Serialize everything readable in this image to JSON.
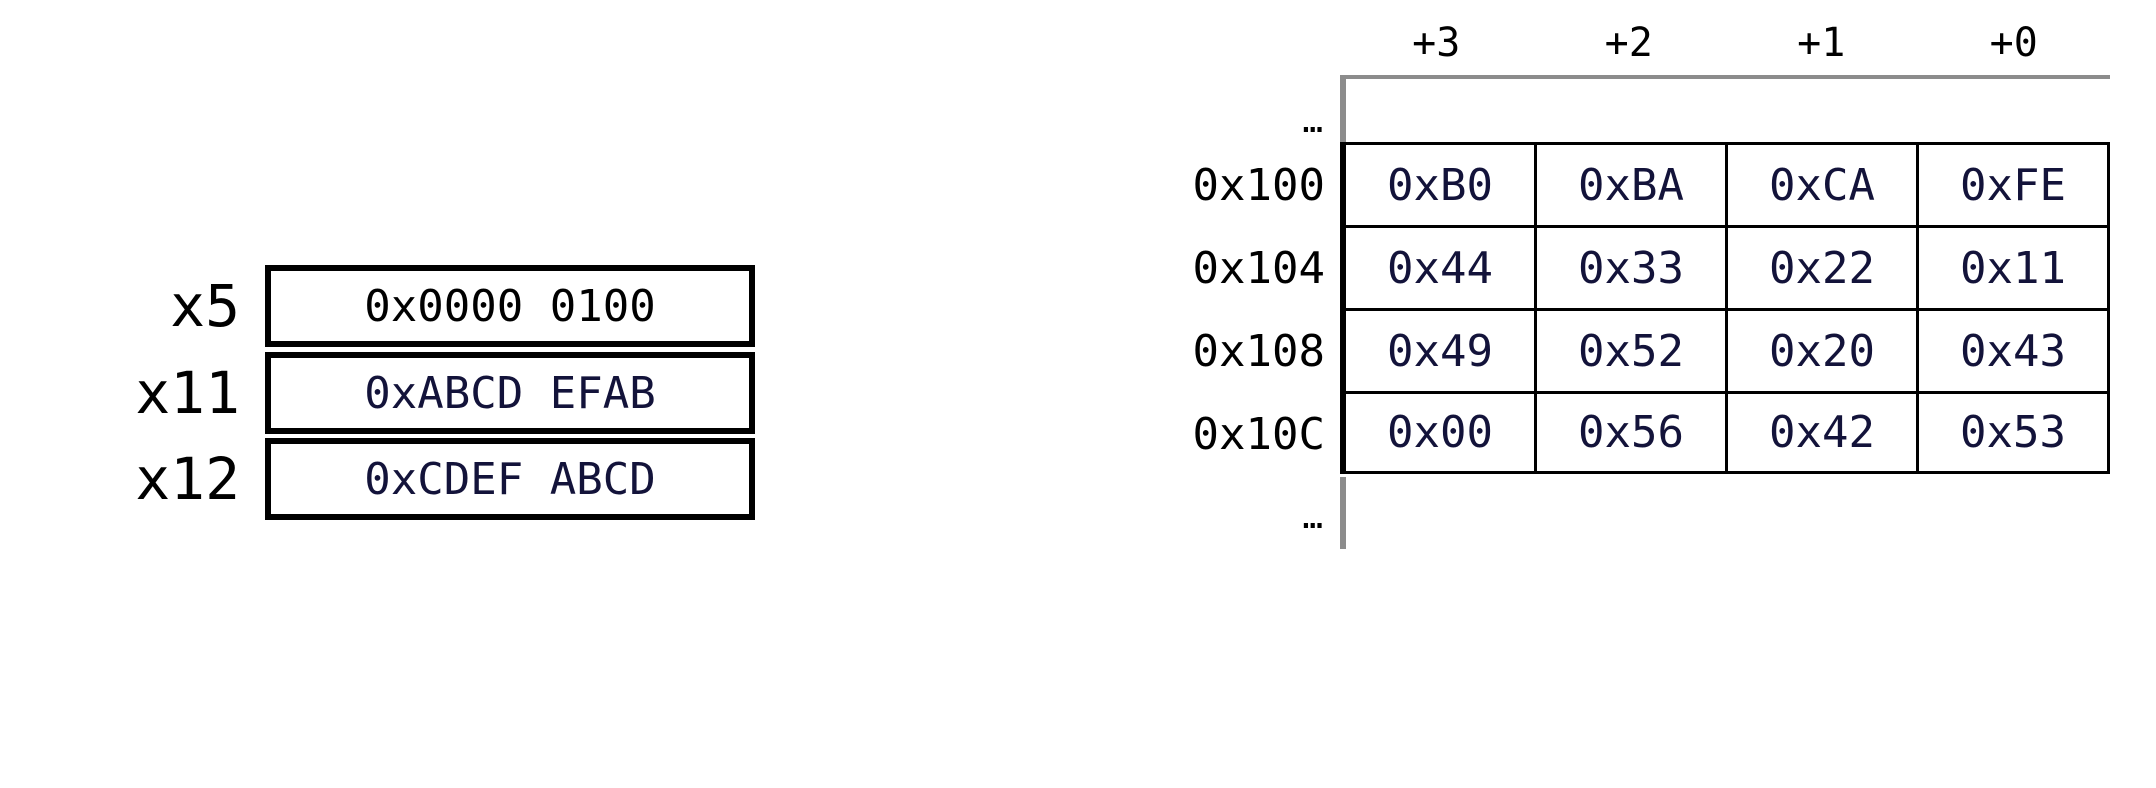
{
  "registers": {
    "rows": [
      {
        "label": "x5",
        "value": "0x0000 0100",
        "color": "#000000"
      },
      {
        "label": "x11",
        "value": "0xABCD EFAB",
        "color": "#13133a"
      },
      {
        "label": "x12",
        "value": "0xCDEF ABCD",
        "color": "#13133a"
      }
    ]
  },
  "memory": {
    "column_headers": [
      "+3",
      "+2",
      "+1",
      "+0"
    ],
    "ellipsis_top": "…",
    "ellipsis_bottom": "…",
    "rows": [
      {
        "address": "0x100",
        "cells": [
          "0xB0",
          "0xBA",
          "0xCA",
          "0xFE"
        ]
      },
      {
        "address": "0x104",
        "cells": [
          "0x44",
          "0x33",
          "0x22",
          "0x11"
        ]
      },
      {
        "address": "0x108",
        "cells": [
          "0x49",
          "0x52",
          "0x20",
          "0x43"
        ]
      },
      {
        "address": "0x10C",
        "cells": [
          "0x00",
          "0x56",
          "0x42",
          "0x53"
        ]
      }
    ]
  },
  "colors": {
    "text_black": "#000000",
    "value_navy": "#13133a",
    "grid_black": "#000000",
    "grid_gray": "#8c8c8c",
    "background": "#ffffff"
  }
}
